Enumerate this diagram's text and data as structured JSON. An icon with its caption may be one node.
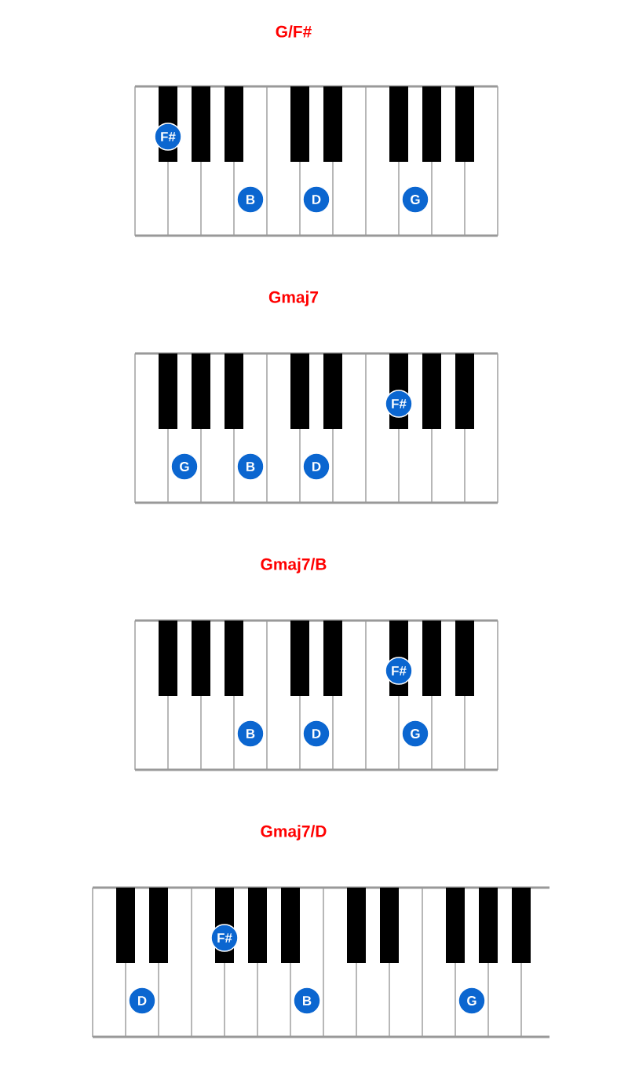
{
  "diagram": {
    "nodes": [
      {
        "text": [
          "G/F#"
        ]
      },
      {
        "text": [
          "F#"
        ],
        "in": 0
      },
      {
        "text": [
          "B"
        ],
        "in": 0
      },
      {
        "text": [
          "D"
        ],
        "in": 0
      },
      {
        "text": [
          "G"
        ],
        "in": 0
      },
      {
        "text": [
          "Gmaj7"
        ]
      },
      {
        "text": [
          "F#"
        ],
        "in": 5
      },
      {
        "text": [
          "G"
        ],
        "in": 5
      },
      {
        "text": [
          "B"
        ],
        "in": 5
      },
      {
        "text": [
          "D"
        ],
        "in": 5
      },
      {
        "text": [
          "Gmaj7/B"
        ]
      },
      {
        "text": [
          "F#"
        ],
        "in": 10
      },
      {
        "text": [
          "B"
        ],
        "in": 10
      },
      {
        "text": [
          "D"
        ],
        "in": 10
      },
      {
        "text": [
          "G"
        ],
        "in": 10
      },
      {
        "text": [
          "Gmaj7/D"
        ]
      },
      {
        "text": [
          "F#"
        ],
        "in": 15
      },
      {
        "text": [
          "D"
        ],
        "in": 15
      },
      {
        "text": [
          "B"
        ],
        "in": 15
      },
      {
        "text": [
          "G"
        ],
        "in": 15
      }
    ]
  }
}
